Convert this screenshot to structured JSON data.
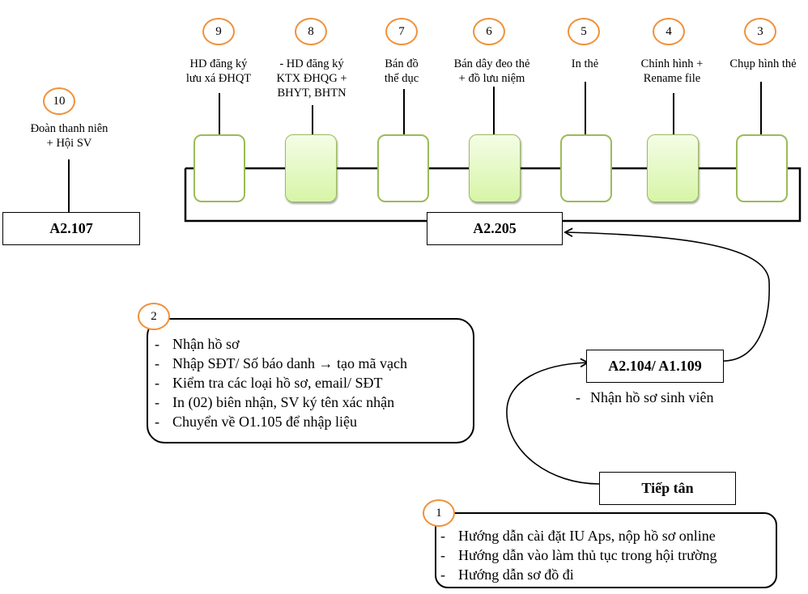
{
  "diagram": {
    "stations": [
      {
        "number": "9",
        "label_lines": [
          "HD đăng ký",
          "lưu xá ĐHQT"
        ],
        "box_style": "outline"
      },
      {
        "number": "8",
        "label_lines": [
          "- HD đăng ký",
          "KTX ĐHQG +",
          "BHYT, BHTN"
        ],
        "box_style": "filled"
      },
      {
        "number": "7",
        "label_lines": [
          "Bán đồ",
          "thể dục"
        ],
        "box_style": "outline"
      },
      {
        "number": "6",
        "label_lines": [
          "Bán dây đeo thẻ",
          "+ đồ lưu niệm"
        ],
        "box_style": "filled"
      },
      {
        "number": "5",
        "label_lines": [
          "In thẻ"
        ],
        "box_style": "outline"
      },
      {
        "number": "4",
        "label_lines": [
          "Chỉnh hình +",
          "Rename file"
        ],
        "box_style": "filled"
      },
      {
        "number": "3",
        "label_lines": [
          "Chụp hình thẻ"
        ],
        "box_style": "outline"
      }
    ],
    "union": {
      "number": "10",
      "label_lines": [
        "Đoàn thanh niên",
        "+ Hội SV"
      ]
    },
    "rooms": {
      "a2107": "A2.107",
      "a2205": "A2.205",
      "a2104": "A2.104/ A1.109",
      "reception": "Tiếp tân"
    },
    "a2104_note": {
      "dash": "-",
      "text": "Nhận hồ sơ sinh viên"
    },
    "step2": {
      "number": "2",
      "items": [
        "Nhận hồ sơ",
        "Nhập SĐT/ Số báo danh → tạo mã vạch",
        "Kiểm tra các loại hồ sơ, email/ SĐT",
        "In  (02) biên nhận, SV ký tên xác nhận",
        "Chuyển về O1.105 để nhập liệu"
      ]
    },
    "step1": {
      "number": "1",
      "items": [
        "Hướng dẫn cài đặt IU Aps, nộp hồ sơ online",
        "Hướng dẫn vào làm thủ tục trong hội trường",
        "Hướng dẫn sơ đồ đi"
      ]
    },
    "colors": {
      "step_circle": "#f0913a",
      "station_border": "#9bbb59",
      "station_fill_top": "#f4fde6",
      "station_fill_bottom": "#d7f5a6"
    }
  }
}
